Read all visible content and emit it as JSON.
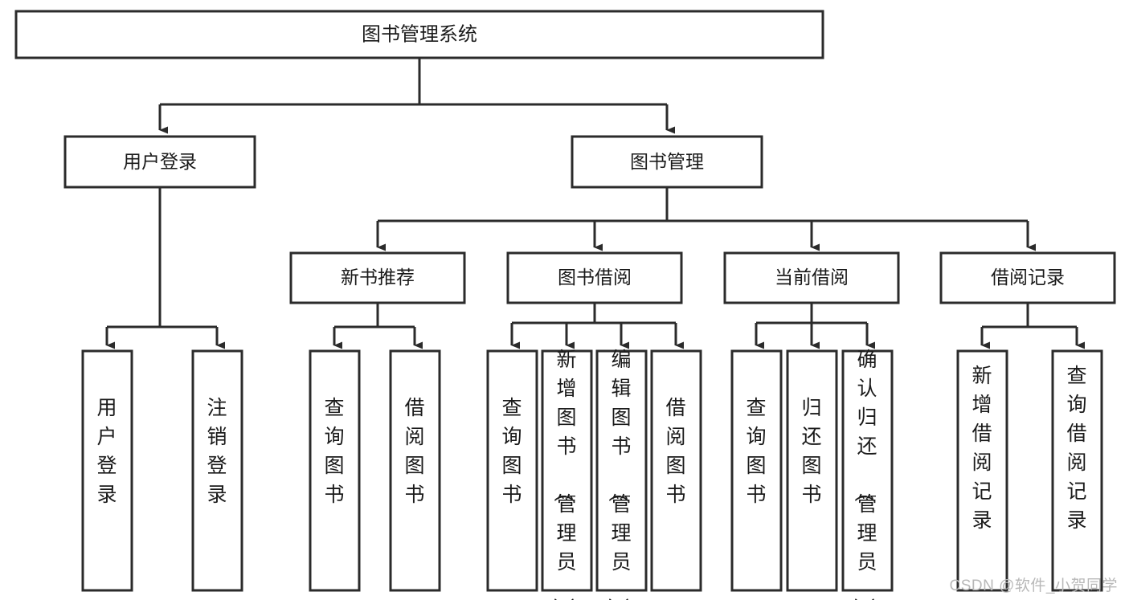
{
  "diagram": {
    "title": "图书管理系统",
    "type": "tree-hierarchy-chart",
    "watermark": "CSDN @软件_小贺同学",
    "colors": {
      "box_stroke": "#2b2b2b",
      "box_fill": "#ffffff",
      "text": "#1a1a1a",
      "edge": "#2b2b2b",
      "watermark": "#b8b8b8",
      "background": "#ffffff"
    },
    "root": {
      "label": "图书管理系统"
    },
    "level2": [
      {
        "label": "用户登录"
      },
      {
        "label": "图书管理"
      }
    ],
    "level3": [
      {
        "label": "新书推荐"
      },
      {
        "label": "图书借阅"
      },
      {
        "label": "当前借阅"
      },
      {
        "label": "借阅记录"
      }
    ],
    "leaves": {
      "user_login": [
        {
          "label": "用户登录"
        },
        {
          "label": "注销登录"
        }
      ],
      "new_book_recommend": [
        {
          "label": "查询图书"
        },
        {
          "label": "借阅图书"
        }
      ],
      "book_borrow": [
        {
          "label": "查询图书"
        },
        {
          "label": "新增图书（管理员）"
        },
        {
          "label": "编辑图书（管理员）"
        },
        {
          "label": "借阅图书"
        }
      ],
      "current_borrow": [
        {
          "label": "查询图书"
        },
        {
          "label": "归还图书"
        },
        {
          "label": "确认归还（管理员）"
        }
      ],
      "borrow_record": [
        {
          "label": "新增借阅记录"
        },
        {
          "label": "查询借阅记录"
        }
      ]
    }
  }
}
